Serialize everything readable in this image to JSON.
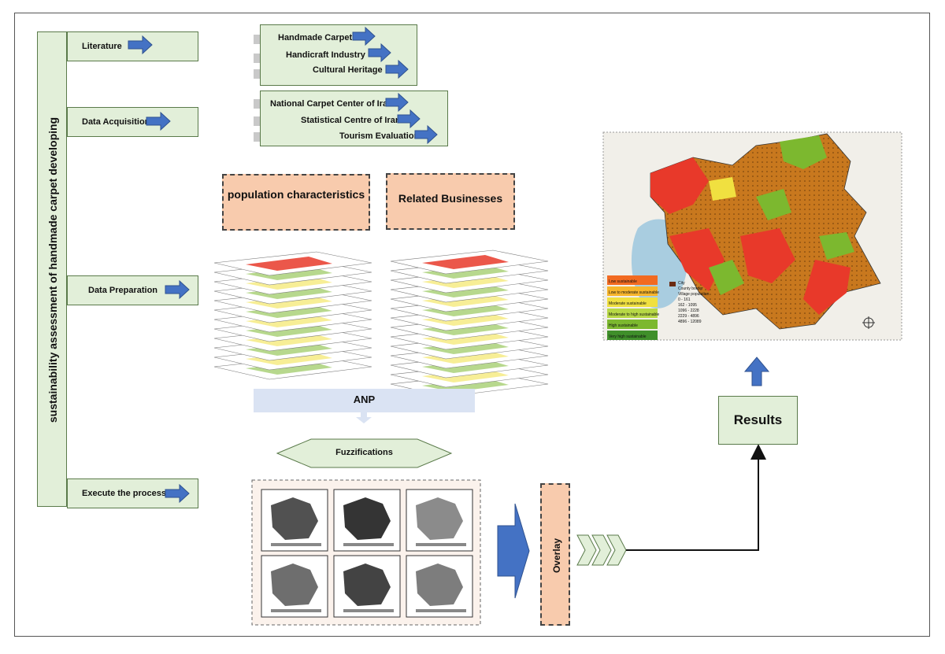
{
  "sidebar": {
    "title": "sustainability assessment of handmade carpet developing"
  },
  "steps": [
    {
      "label": "Literature"
    },
    {
      "label": "Data Acquisition"
    },
    {
      "label": "Data Preparation"
    },
    {
      "label": "Execute the process"
    }
  ],
  "literature_items": [
    "Handmade Carpet",
    "Handicraft Industry",
    "Cultural Heritage"
  ],
  "acquisition_items": [
    "National Carpet Center of Iran",
    "Statistical Centre of Iran",
    "Tourism Evaluation"
  ],
  "data_groups": {
    "left": "population characteristics",
    "right": "Related Businesses"
  },
  "process": {
    "anp": "ANP",
    "fuzzification": "Fuzzifications",
    "overlay": "Overlay",
    "results": "Results"
  },
  "map_legend": {
    "classes": [
      "Low sustainable",
      "Low to moderate sustainable",
      "Moderate sustainable",
      "Moderate to high sustainable",
      "High sustainable",
      "Very high sustainable"
    ],
    "other": [
      "City",
      "County border",
      "Village population",
      "0 - 161",
      "162 - 1095",
      "1096 - 2228",
      "2229 - 4896",
      "4896 - 12089"
    ]
  },
  "colors": {
    "green_box": "#e2efd9",
    "pink_box": "#f8cbad",
    "arrow_blue": "#4472c4",
    "anp_bar": "#dae3f3",
    "map_red": "#e8392a",
    "map_orange": "#c8781e",
    "map_green": "#7cb82f"
  }
}
